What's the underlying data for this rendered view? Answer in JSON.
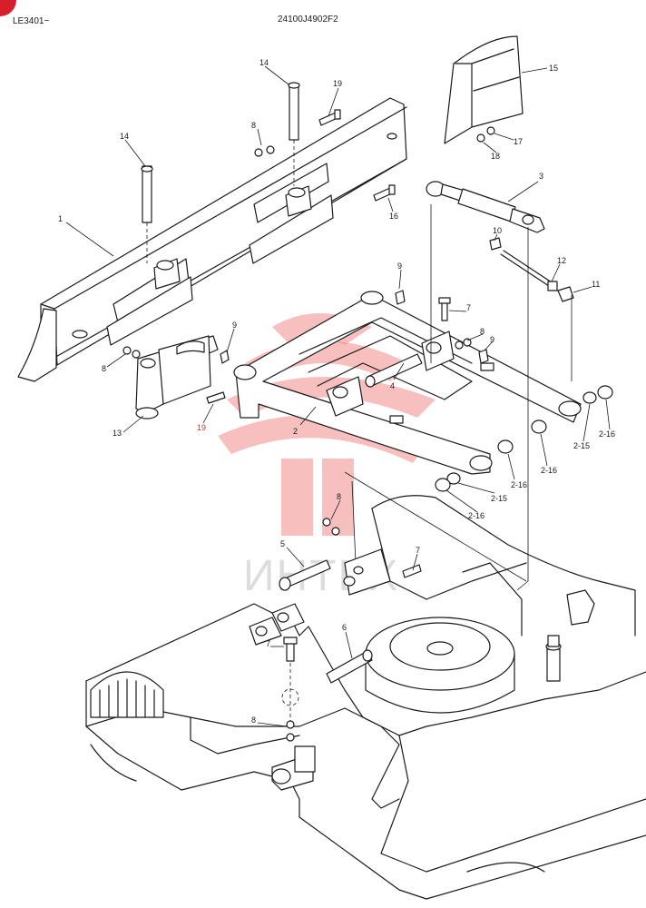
{
  "header": {
    "left_code": "LE3401~",
    "drawing_number": "24100J4902F2"
  },
  "watermark": {
    "text": "ИНТЕХ",
    "color": "#f28b8b"
  },
  "colors": {
    "line": "#1a1a1a",
    "red_label": "#c0392b",
    "badge": "#d81e2a"
  },
  "callouts": {
    "c1": "1",
    "c2": "2",
    "c3": "3",
    "c4": "4",
    "c5": "5",
    "c6": "6",
    "c7a": "7",
    "c7b": "7",
    "c7c": "7",
    "c8a": "8",
    "c8b": "8",
    "c8c": "8",
    "c8d": "8",
    "c8e": "8",
    "c9a": "9",
    "c9b": "9",
    "c9c": "9",
    "c10": "10",
    "c11": "11",
    "c12": "12",
    "c13": "13",
    "c14a": "14",
    "c14b": "14",
    "c15": "15",
    "c16": "16",
    "c17": "17",
    "c18": "18",
    "c19a": "19",
    "c19b": "19",
    "c2_15a": "2-15",
    "c2_15b": "2-15",
    "c2_16a": "2-16",
    "c2_16b": "2-16",
    "c2_16c": "2-16",
    "c2_16d": "2-16"
  }
}
